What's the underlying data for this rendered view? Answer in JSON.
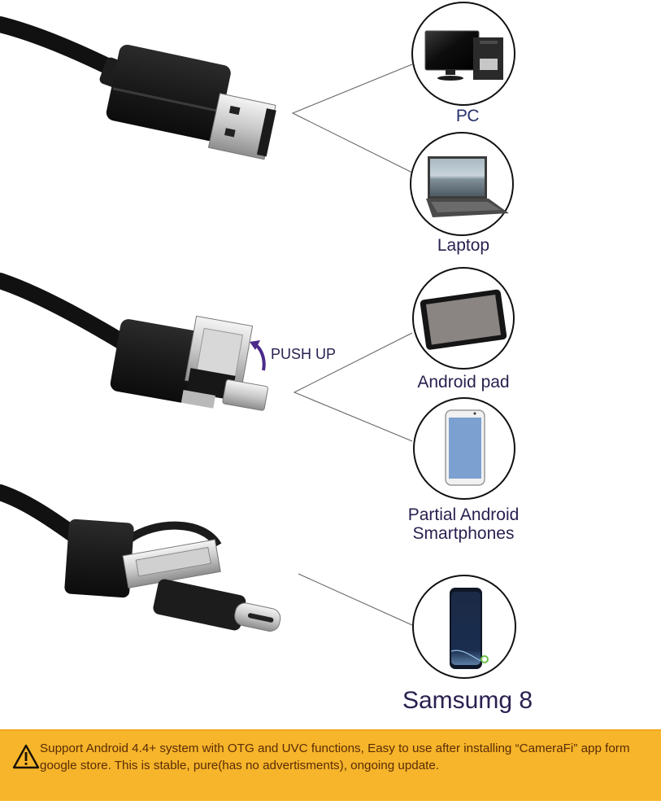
{
  "infographic": {
    "sections": [
      {
        "connector": "usb-a",
        "devices": [
          {
            "label": "PC",
            "icon": "desktop-pc-icon"
          },
          {
            "label": "Laptop",
            "icon": "laptop-icon"
          }
        ]
      },
      {
        "connector": "micro-usb",
        "annotation": "PUSH UP",
        "devices": [
          {
            "label": "Android pad",
            "icon": "tablet-icon"
          },
          {
            "label": "Partial Android",
            "label_line2": "Smartphones",
            "icon": "android-phone-icon"
          }
        ]
      },
      {
        "connector": "usb-type-c",
        "devices": [
          {
            "label": "Samsumg 8",
            "icon": "samsung-s8-icon"
          }
        ]
      }
    ],
    "notice": {
      "icon": "warning-icon",
      "text": "Support Android 4.4+ system with OTG and UVC functions, Easy to use after installing “CameraFi” app form google store. This is stable, pure(has no advertisments), ongoing update.",
      "background": "#f6b52a",
      "text_color": "#5a2c08"
    },
    "colors": {
      "label_text": "#2b2050",
      "push_arrow": "#4b2a8a",
      "circle_stroke": "#111111",
      "connector_line": "#666666"
    }
  }
}
